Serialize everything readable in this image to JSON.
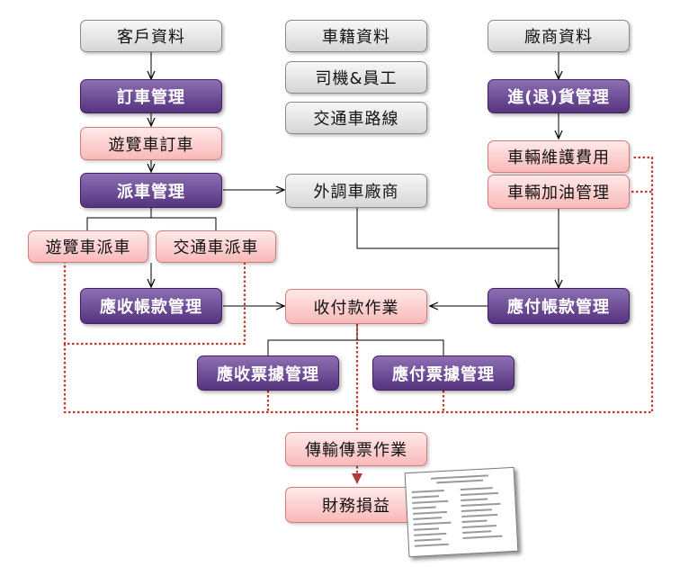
{
  "boxes": {
    "customer": "客戶資料",
    "vehicle": "車籍資料",
    "vendor": "廠商資料",
    "driver": "司機&員工",
    "route": "交通車路線",
    "order_mgmt": "訂車管理",
    "purchase_mgmt": "進(退)貨管理",
    "tour_booking": "遊覽車訂車",
    "maintenance": "車輛維護費用",
    "dispatch_mgmt": "派車管理",
    "outsourced_vendor": "外調車廠商",
    "fuel_mgmt": "車輛加油管理",
    "tour_dispatch": "遊覽車派車",
    "shuttle_dispatch": "交通車派車",
    "receivable_mgmt": "應收帳款管理",
    "collection_payment": "收付款作業",
    "payable_mgmt": "應付帳款管理",
    "receivable_note": "應收票據管理",
    "payable_note": "應付票據管理",
    "voucher_transfer": "傳輸傳票作業",
    "profit_loss": "財務損益"
  },
  "colors": {
    "master_data": "#e4e4e4",
    "management": "#6a4a93",
    "operation": "#fbc6c6",
    "dotted_line": "#c0392b"
  }
}
